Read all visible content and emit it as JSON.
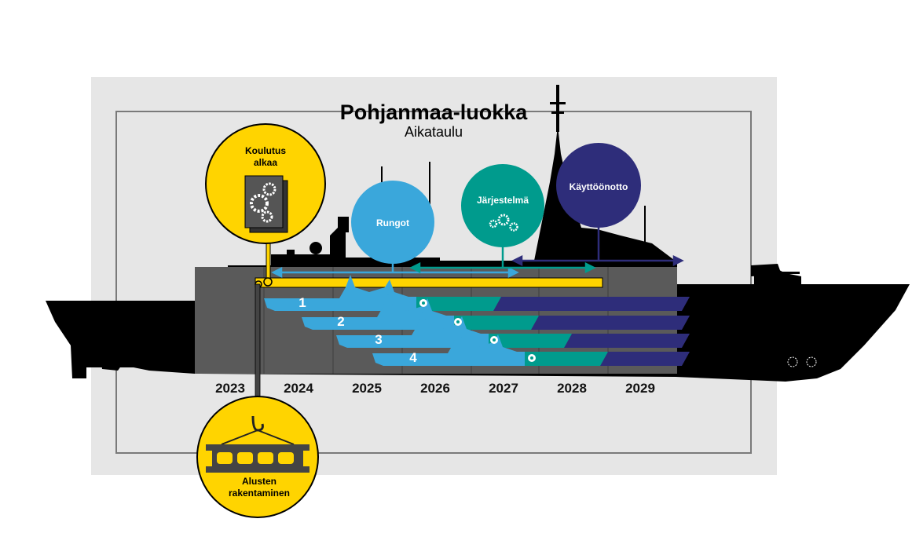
{
  "title": "Pohjanmaa-luokka",
  "subtitle": "Aikataulu",
  "years": [
    "2023",
    "2024",
    "2025",
    "2026",
    "2027",
    "2028",
    "2029"
  ],
  "phases": {
    "training": {
      "label_line1": "Koulutus",
      "label_line2": "alkaa",
      "color": "#FFD400",
      "icon": "gears-book-icon"
    },
    "hulls": {
      "label": "Rungot",
      "color": "#3AA7DB"
    },
    "systems": {
      "label": "Järjestelmä",
      "color": "#009B8D",
      "icon": "gears-icon"
    },
    "commissioning": {
      "label": "Käyttöönotto",
      "color": "#2E2D7A"
    },
    "construction": {
      "label_line1": "Alusten",
      "label_line2": "rakentaminen",
      "color": "#FFD400",
      "icon": "crane-hook-block-icon"
    }
  },
  "ships": [
    "1",
    "2",
    "3",
    "4"
  ],
  "colors": {
    "background_panel": "#E6E6E6",
    "ship_silhouette": "#000000",
    "hull_band": "#5A5A5A"
  }
}
